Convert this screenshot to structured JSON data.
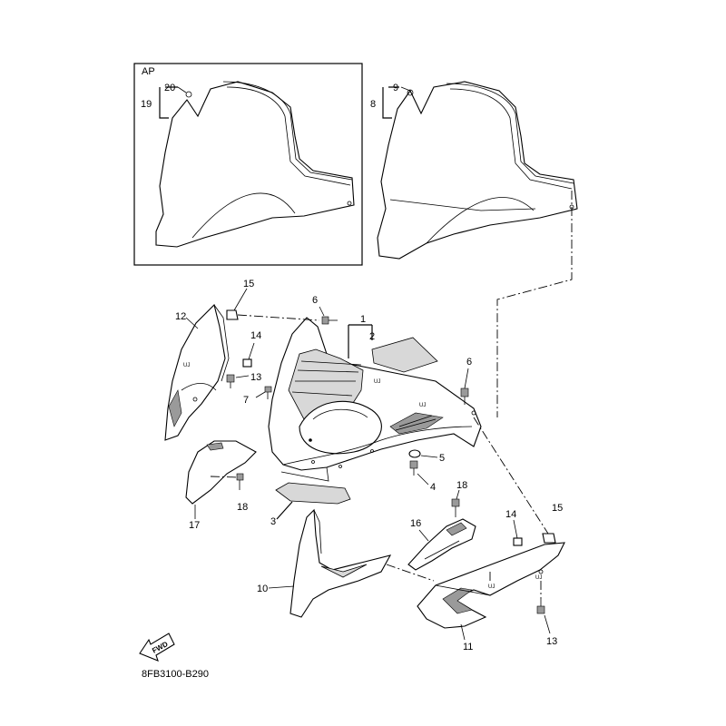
{
  "diagram": {
    "inset_label": "AP",
    "part_code": "8FB3100-B290",
    "fwd_label": "FWD",
    "callouts": {
      "c1": "1",
      "c2": "2",
      "c3": "3",
      "c4": "4",
      "c5": "5",
      "c6a": "6",
      "c6b": "6",
      "c7": "7",
      "c8": "8",
      "c9": "9",
      "c10": "10",
      "c11": "11",
      "c12": "12",
      "c13a": "13",
      "c13b": "13",
      "c14a": "14",
      "c14b": "14",
      "c15a": "15",
      "c15b": "15",
      "c16": "16",
      "c17": "17",
      "c18a": "18",
      "c18b": "18",
      "c19": "19",
      "c20": "20"
    }
  }
}
